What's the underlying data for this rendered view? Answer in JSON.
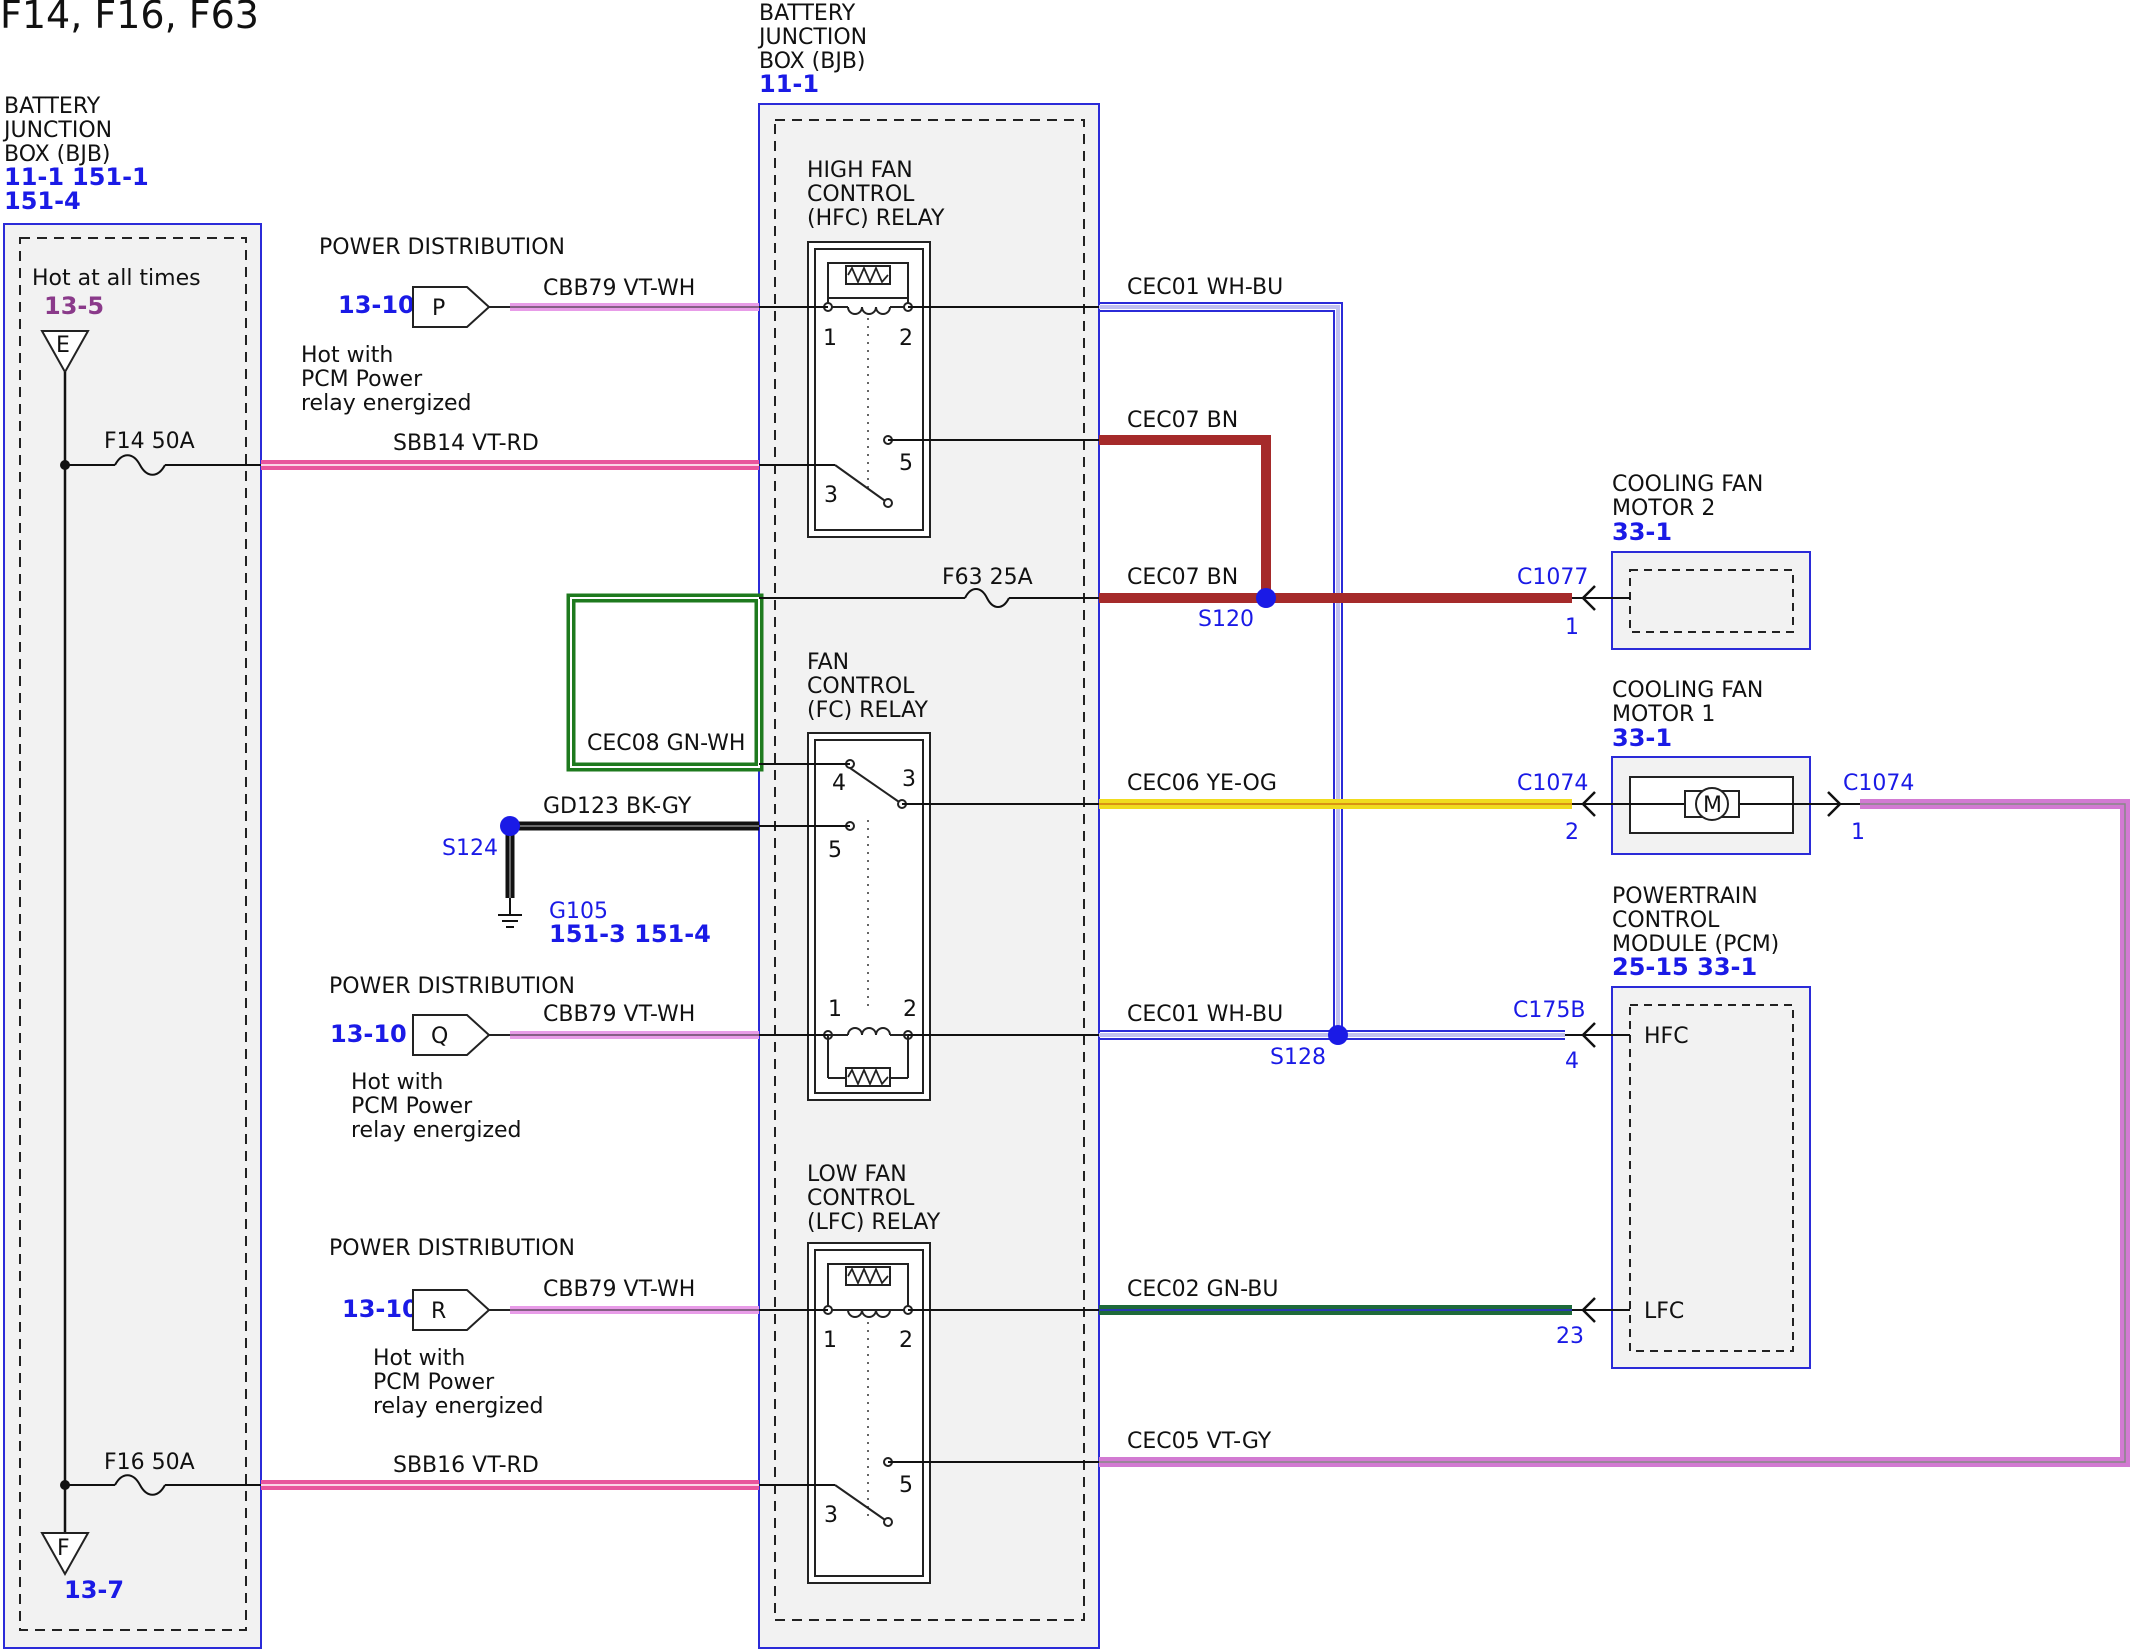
{
  "title": "F14, F16, F63",
  "colors": {
    "vt_wh": "#e89ce8",
    "vt_rd": "#e8559c",
    "wh_bu": "#2b2bd8",
    "bn": "#a52a2a",
    "gn_wh": "#1e7a1e",
    "bk_gy": "#111111",
    "ye_og": "#f0dc1e",
    "gn_bu": "#1e6a3a",
    "vt_gy": "#d27ad2",
    "component_border": "#2b2bd8",
    "ref_blue": "#1a1ae6",
    "ref_purple": "#8a3a8a",
    "splice": "#1a1ae6"
  },
  "bjb_left": {
    "name_lines": [
      "BATTERY",
      "JUNCTION",
      "BOX (BJB)"
    ],
    "ref_line1": [
      "11-1",
      "151-1"
    ],
    "ref_line2": "151-4",
    "hot_label": "Hot at all times",
    "hot_ref": "13-5",
    "arrow_top": "E",
    "arrow_bottom": "F",
    "arrow_bottom_ref": "13-7",
    "fuse_top": "F14  50A",
    "fuse_bottom": "F16  50A"
  },
  "bjb_center": {
    "name_lines": [
      "BATTERY",
      "JUNCTION",
      "BOX (BJB)"
    ],
    "ref": "11-1",
    "hfc_relay_lines": [
      "HIGH FAN",
      "CONTROL",
      "(HFC) RELAY"
    ],
    "fc_relay_lines": [
      "FAN",
      "CONTROL",
      "(FC) RELAY"
    ],
    "lfc_relay_lines": [
      "LOW FAN",
      "CONTROL",
      "(LFC) RELAY"
    ],
    "fuse_f63": "F63  25A"
  },
  "power_dist": [
    {
      "label": "POWER DISTRIBUTION",
      "ref": "13-10",
      "letter": "P",
      "wire": "CBB79  VT-WH",
      "hot_lines": [
        "Hot with",
        "PCM Power",
        "relay energized"
      ]
    },
    {
      "label": "POWER DISTRIBUTION",
      "ref": "13-10",
      "letter": "Q",
      "wire": "CBB79  VT-WH",
      "hot_lines": [
        "Hot with",
        "PCM Power",
        "relay energized"
      ]
    },
    {
      "label": "POWER DISTRIBUTION",
      "ref": "13-10",
      "letter": "R",
      "wire": "CBB79  VT-WH",
      "hot_lines": [
        "Hot with",
        "PCM Power",
        "relay energized"
      ]
    }
  ],
  "wires": {
    "sbb14": "SBB14  VT-RD",
    "sbb16": "SBB16  VT-RD",
    "cec01_top": "CEC01  WH-BU",
    "cec01_bottom": "CEC01  WH-BU",
    "cec07_top": "CEC07  BN",
    "cec07_mid": "CEC07  BN",
    "cec08": "CEC08  GN-WH",
    "gd123": "GD123  BK-GY",
    "cec06": "CEC06  YE-OG",
    "cec02": "CEC02  GN-BU",
    "cec05": "CEC05  VT-GY"
  },
  "splices": {
    "s120": "S120",
    "s124": "S124",
    "s128": "S128"
  },
  "ground": {
    "name": "G105",
    "refs": "151-3 151-4"
  },
  "pins": {
    "hfc": [
      "1",
      "2",
      "5",
      "3"
    ],
    "fc": [
      "4",
      "3",
      "5",
      "1",
      "2"
    ],
    "lfc": [
      "1",
      "2",
      "5",
      "3"
    ]
  },
  "motor2": {
    "name_lines": [
      "COOLING FAN",
      "MOTOR 2"
    ],
    "ref": "33-1",
    "connector": "C1077",
    "pin": "1"
  },
  "motor1": {
    "name_lines": [
      "COOLING FAN",
      "MOTOR 1"
    ],
    "ref": "33-1",
    "conn_left": "C1074",
    "pin_left": "2",
    "conn_right": "C1074",
    "pin_right": "1",
    "symbol": "M"
  },
  "pcm": {
    "name_lines": [
      "POWERTRAIN",
      "CONTROL",
      "MODULE (PCM)"
    ],
    "ref": "25-15 33-1",
    "connector": "C175B",
    "pin_hfc": "4",
    "label_hfc": "HFC",
    "pin_lfc": "23",
    "label_lfc": "LFC"
  }
}
